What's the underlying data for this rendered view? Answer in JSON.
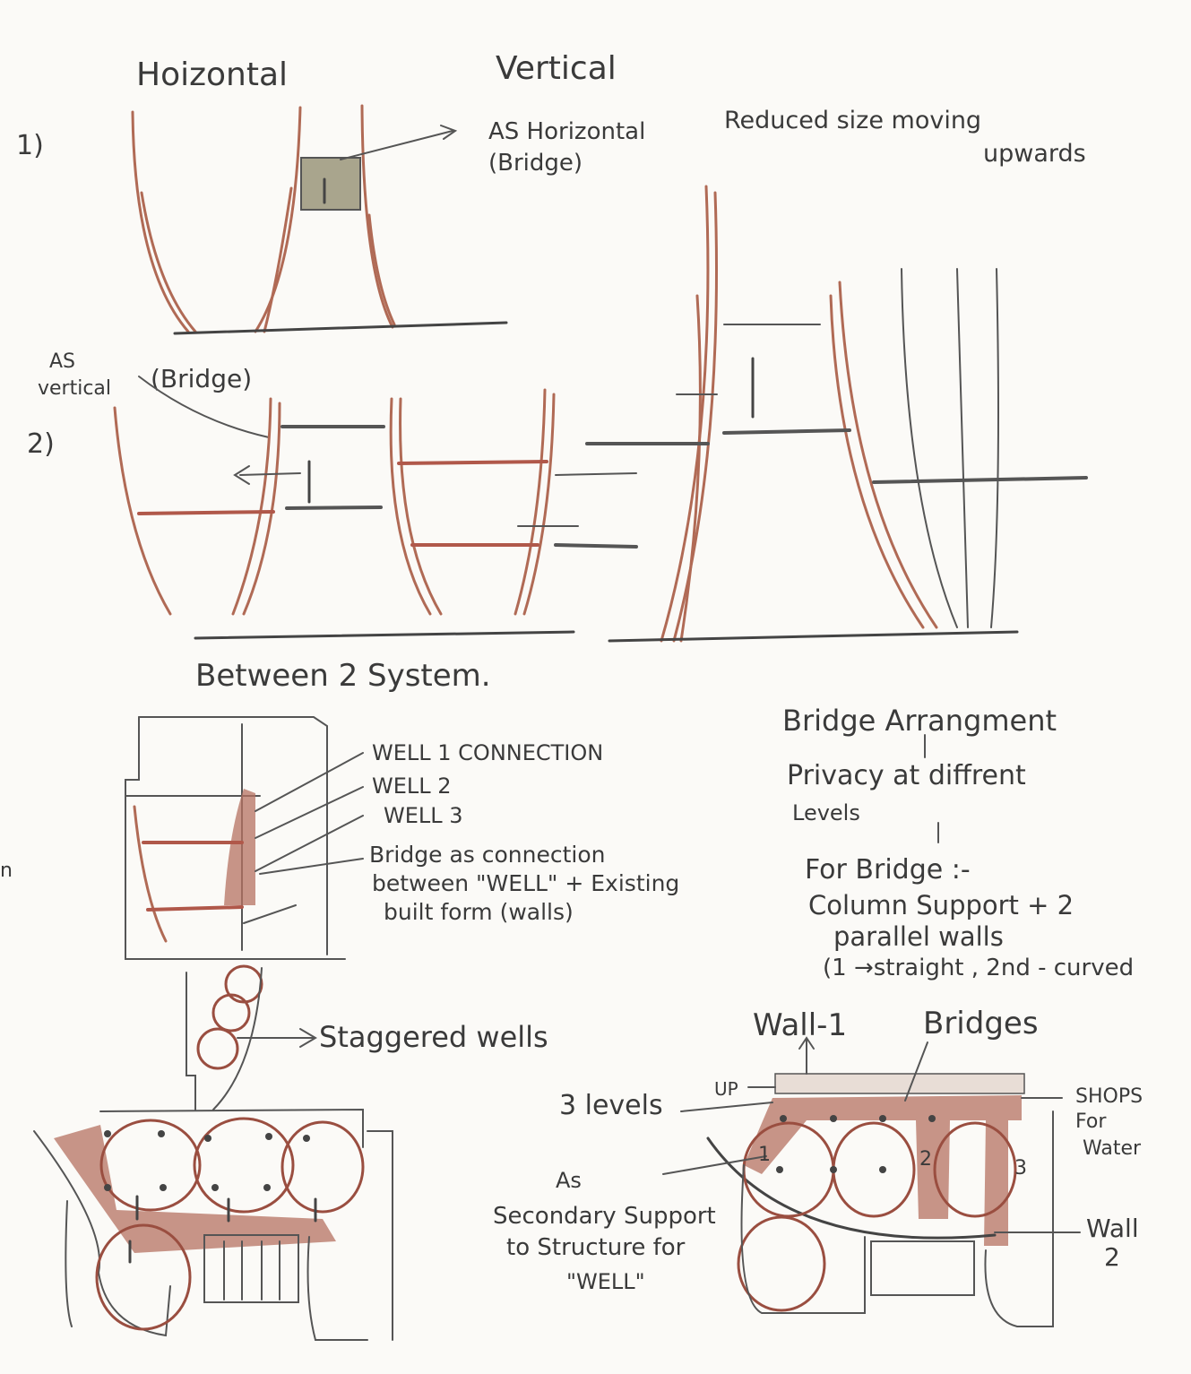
{
  "headings": {
    "horizontal": "Hoizontal",
    "vertical": "Vertical",
    "row1": "1)",
    "row2": "2)",
    "between": "Between 2 System."
  },
  "notes": {
    "as_horizontal_1": "AS Horizontal",
    "as_horizontal_2": "(Bridge)",
    "reduced_1": "Reduced size moving",
    "reduced_2": "upwards",
    "as_vertical_1": "AS",
    "as_vertical_2": "vertical",
    "as_vertical_3": "(Bridge)"
  },
  "wells": {
    "well1": "WELL 1 CONNECTION",
    "well2": "WELL 2",
    "well3": "WELL 3",
    "bridge_conn_1": "Bridge as connection",
    "bridge_conn_2": "between \"WELL\" + Existing",
    "bridge_conn_3": "built form (walls)"
  },
  "arrangement": {
    "title": "Bridge   Arrangment",
    "privacy_1": "Privacy  at  diffrent",
    "privacy_2": "Levels",
    "for_bridge": "For Bridge :-",
    "column_1": "Column Support + 2",
    "column_2": "parallel  walls",
    "column_3": "(1 →straight , 2nd - curved"
  },
  "plans": {
    "staggered": "Staggered wells",
    "wall1": "Wall-1",
    "bridges": "Bridges",
    "up": "UP",
    "three_levels": "3 levels",
    "shops_1": "SHOPS",
    "shops_2": "For",
    "shops_3": "Water",
    "wall2_1": "Wall",
    "wall2_2": "2",
    "secondary_1": "As",
    "secondary_2": "Secondary Support",
    "secondary_3": "to Structure for",
    "secondary_4": "\"WELL\"",
    "n1": "1",
    "n2": "2",
    "n3": "3",
    "edge": "n"
  }
}
